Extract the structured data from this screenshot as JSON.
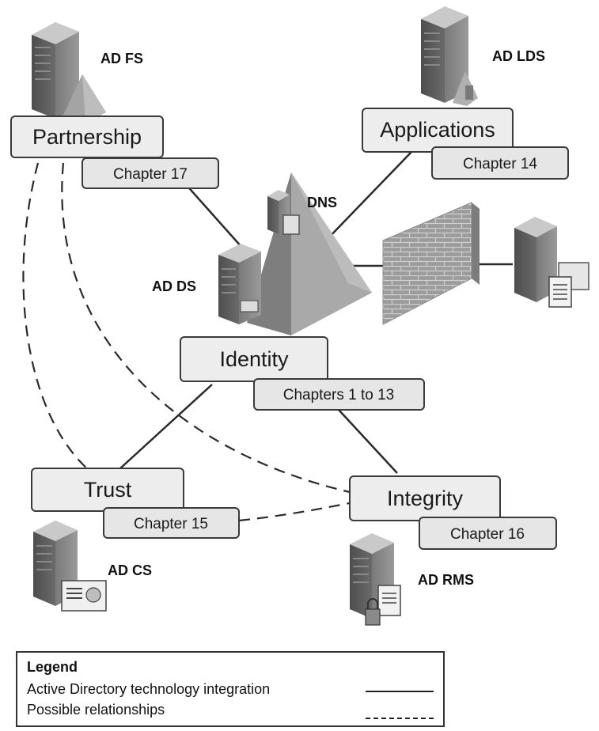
{
  "nodes": {
    "partnership": {
      "label": "Partnership",
      "chapter": "Chapter 17",
      "technology": "AD FS"
    },
    "applications": {
      "label": "Applications",
      "chapter": "Chapter 14",
      "technology": "AD LDS"
    },
    "identity": {
      "label": "Identity",
      "chapter": "Chapters 1 to 13",
      "technology": "AD DS"
    },
    "trust": {
      "label": "Trust",
      "chapter": "Chapter 15",
      "technology": "AD CS"
    },
    "integrity": {
      "label": "Integrity",
      "chapter": "Chapter 16",
      "technology": "AD RMS"
    }
  },
  "dns_label": "DNS",
  "icons": [
    "server-icon",
    "pyramid-icon",
    "firewall-wall-icon",
    "document-icon",
    "certificate-icon",
    "lock-icon"
  ],
  "legend": {
    "title": "Legend",
    "solid_label": "Active Directory technology integration",
    "dashed_label": "Possible relationships"
  },
  "colors": {
    "box_fill": "#ededed",
    "line": "#2a2a2a",
    "server_dark": "#5f5f5f",
    "server_light": "#a8a8a8"
  }
}
